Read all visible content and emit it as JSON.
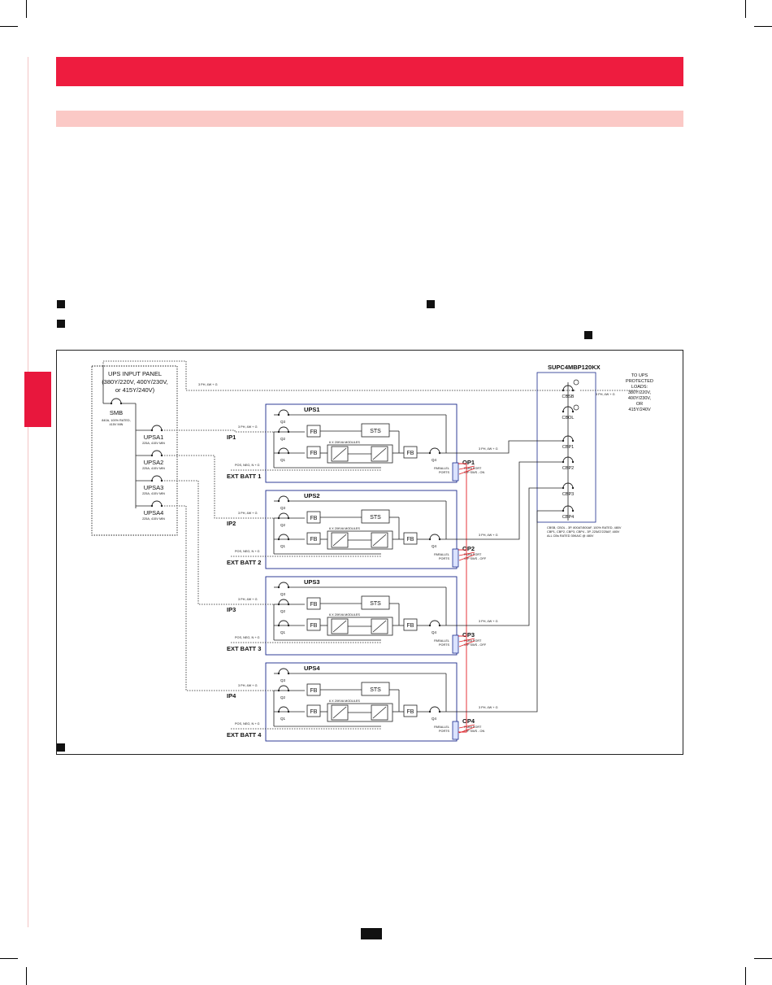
{
  "colors": {
    "accent": "#ee1c3f",
    "accent_light": "#fbc9c6",
    "side_tab": "#e8173d",
    "module_border": "#1a2a8c",
    "parallel_link": "#e31e24"
  },
  "diagram": {
    "input_panel": {
      "title_lines": [
        "UPS INPUT PANEL",
        "(380Y/220V, 400Y/230V,",
        "or 415Y/240V)"
      ],
      "smb_label": "SMB",
      "smb_note_lines": [
        "840A, 100% RATED,",
        "415V MIN"
      ],
      "breakers": [
        {
          "label": "UPSA1",
          "note": "225A, 415V MIN"
        },
        {
          "label": "UPSA2",
          "note": "225A, 415V MIN"
        },
        {
          "label": "UPSA3",
          "note": "225A, 415V MIN"
        },
        {
          "label": "UPSA4",
          "note": "225A, 415V MIN"
        }
      ]
    },
    "bypass_line_label": "3 PH, 4W + G",
    "modules": [
      {
        "name": "UPS1",
        "ip": "IP1",
        "op": "OP1",
        "batt": "EXT BATT 1",
        "op_note_lines": [
          "PARA PORT",
          "O/P SWS - ON"
        ]
      },
      {
        "name": "UPS2",
        "ip": "IP2",
        "op": "OP2",
        "batt": "EXT BATT 2",
        "op_note_lines": [
          "PARA PORT",
          "O/P SWS - OFF"
        ]
      },
      {
        "name": "UPS3",
        "ip": "IP3",
        "op": "OP3",
        "batt": "EXT BATT 3",
        "op_note_lines": [
          "PARA PORT",
          "O/P SWS - OFF"
        ]
      },
      {
        "name": "UPS4",
        "ip": "IP4",
        "op": "OP4",
        "batt": "EXT BATT 4",
        "op_note_lines": [
          "PARA PORT",
          "O/P SWS - ON"
        ]
      }
    ],
    "module_parts": {
      "q1": "Q1",
      "q2": "Q2",
      "q3": "Q3",
      "q4": "Q4",
      "fb": "FB",
      "sts": "STS",
      "power_modules": "6 X 20KVA MODULES",
      "input_line": "3 PH, 4W + G",
      "batt_line": "POS, NEG, N + G",
      "output_line": "3 PH, 4W + G",
      "parallel_ports_lines": [
        "PARALLEL",
        "PORTS"
      ]
    },
    "bypass_cabinet": {
      "title": "SUPC4MBP120KX",
      "breakers": [
        "CBSB",
        "CBOL",
        "CBP1",
        "CBP2",
        "CBP3",
        "CBP4"
      ],
      "output_line": "3 PH, 4W + G",
      "output_lines": [
        "TO UPS",
        "PROTECTED",
        "LOADS:",
        "380Y/220V,",
        "400Y/230V,",
        "OR",
        "415Y/240V"
      ],
      "notes_lines": [
        "CBSB, CBOL - 3P, 800AT/800AF, 100% RATED, 480V",
        "CBP1, CBP2, CBP3, CBP4 - 3P, 225AT/225AF, 480V",
        "ALL CBs RATED 35KAIC @ 480V"
      ]
    }
  }
}
